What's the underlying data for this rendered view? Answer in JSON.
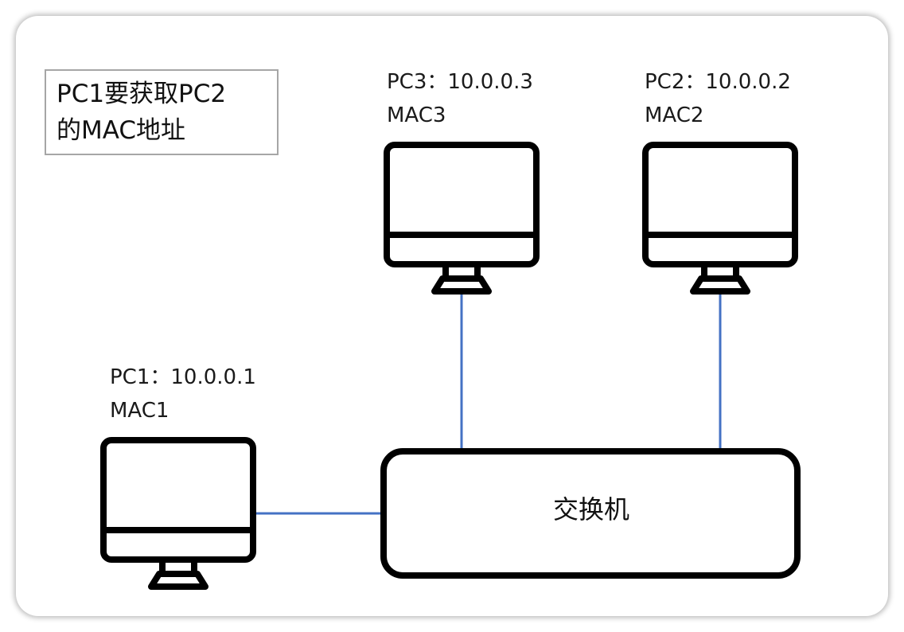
{
  "note": {
    "line1": "PC1要获取PC2",
    "line2": "的MAC地址"
  },
  "hosts": [
    {
      "id": "pc3",
      "ip_label": "PC3：10.0.0.3",
      "mac_label": "MAC3",
      "icon": "monitor-icon"
    },
    {
      "id": "pc2",
      "ip_label": "PC2：10.0.0.2",
      "mac_label": "MAC2",
      "icon": "monitor-icon"
    },
    {
      "id": "pc1",
      "ip_label": "PC1：10.0.0.1",
      "mac_label": "MAC1",
      "icon": "monitor-icon"
    }
  ],
  "switch": {
    "label": "交换机"
  },
  "colors": {
    "link": "#4472c4",
    "outline": "#000000",
    "note_border": "#a6a6a6"
  }
}
